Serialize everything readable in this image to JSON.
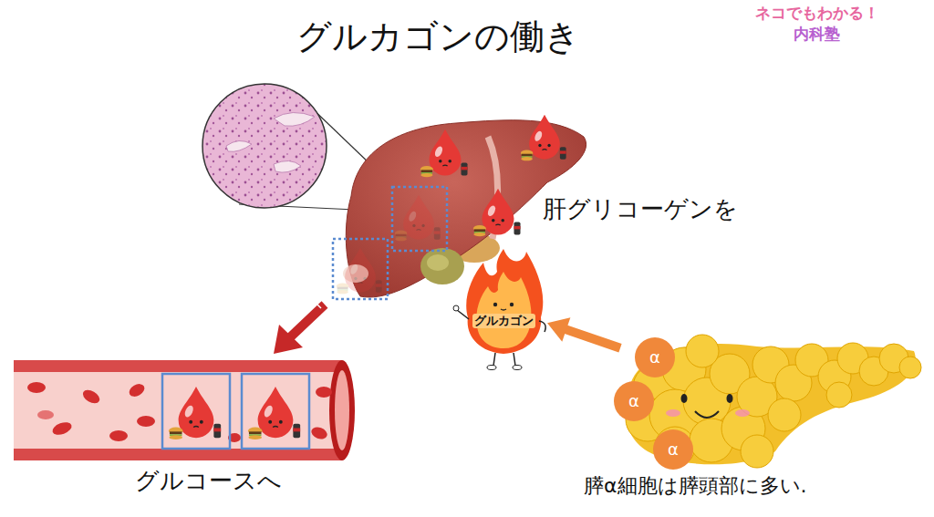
{
  "diagram": {
    "title": "グルカゴンの働き",
    "nodes": [
      {
        "text": [
          "グルカゴン"
        ]
      },
      {
        "text": [
          "膵α細胞は膵頭部に多い."
        ]
      },
      {
        "text": [
          "α"
        ],
        "in": 1
      },
      {
        "text": [
          "α"
        ],
        "in": 1
      },
      {
        "text": [
          "α"
        ],
        "in": 1
      }
    ],
    "edges": [
      {
        "from": 1,
        "to": 0,
        "arrow": "to"
      }
    ],
    "labels": [
      "肝グリコーゲンを",
      "グルコースへ",
      "ネコでもわかる！",
      "内科塾"
    ]
  }
}
